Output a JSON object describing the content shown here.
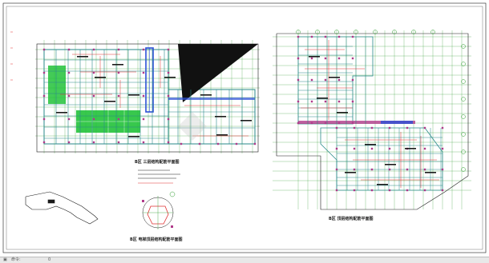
{
  "drawing": {
    "colors": {
      "beam": "#2a8a8a",
      "rebar_red": "#e03131",
      "column": "#b03a8a",
      "green_zone": "#22c23a",
      "axis_green": "#2e9c2e",
      "text": "#1a1a1a",
      "blue_stair": "#2b4fd6",
      "hatch": "#111111"
    },
    "titles": {
      "left_plan": "B区 三层结构配筋平面图",
      "inset_plan": "B区 电梯顶层结构配筋平面图",
      "right_plan": "B区 顶层结构配筋平面图"
    },
    "status_text": {
      "left": "命令:",
      "coords": "0"
    },
    "icons": [
      "layout-tab-icon"
    ]
  }
}
